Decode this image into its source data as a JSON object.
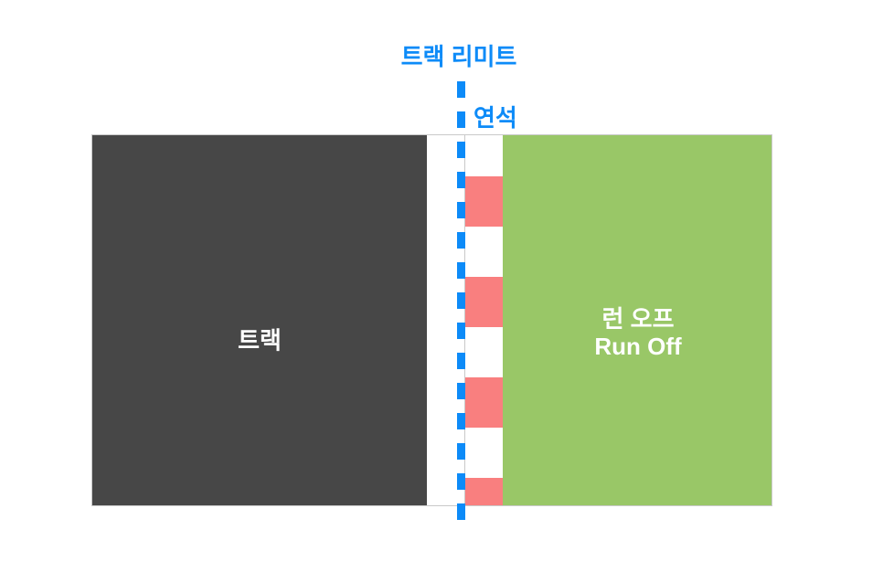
{
  "labels": {
    "track_limit": "트랙 리미트",
    "curb": "연석",
    "track": "트랙",
    "runoff_ko": "런 오프",
    "runoff_en": "Run Off"
  },
  "colors": {
    "track_limit_blue": "#0d8bf8",
    "track_dark": "#474747",
    "runoff_green": "#99c767",
    "curb_red": "#f97f7f",
    "curb_white": "#ffffff",
    "border_gray": "#c9c9c9",
    "background": "#ffffff"
  },
  "curb": {
    "stripes": [
      {
        "color": "#ffffff",
        "height": 45
      },
      {
        "color": "#f97f7f",
        "height": 55
      },
      {
        "color": "#ffffff",
        "height": 55
      },
      {
        "color": "#f97f7f",
        "height": 55
      },
      {
        "color": "#ffffff",
        "height": 55
      },
      {
        "color": "#f97f7f",
        "height": 55
      },
      {
        "color": "#ffffff",
        "height": 55
      },
      {
        "color": "#f97f7f",
        "height": 32
      }
    ]
  }
}
